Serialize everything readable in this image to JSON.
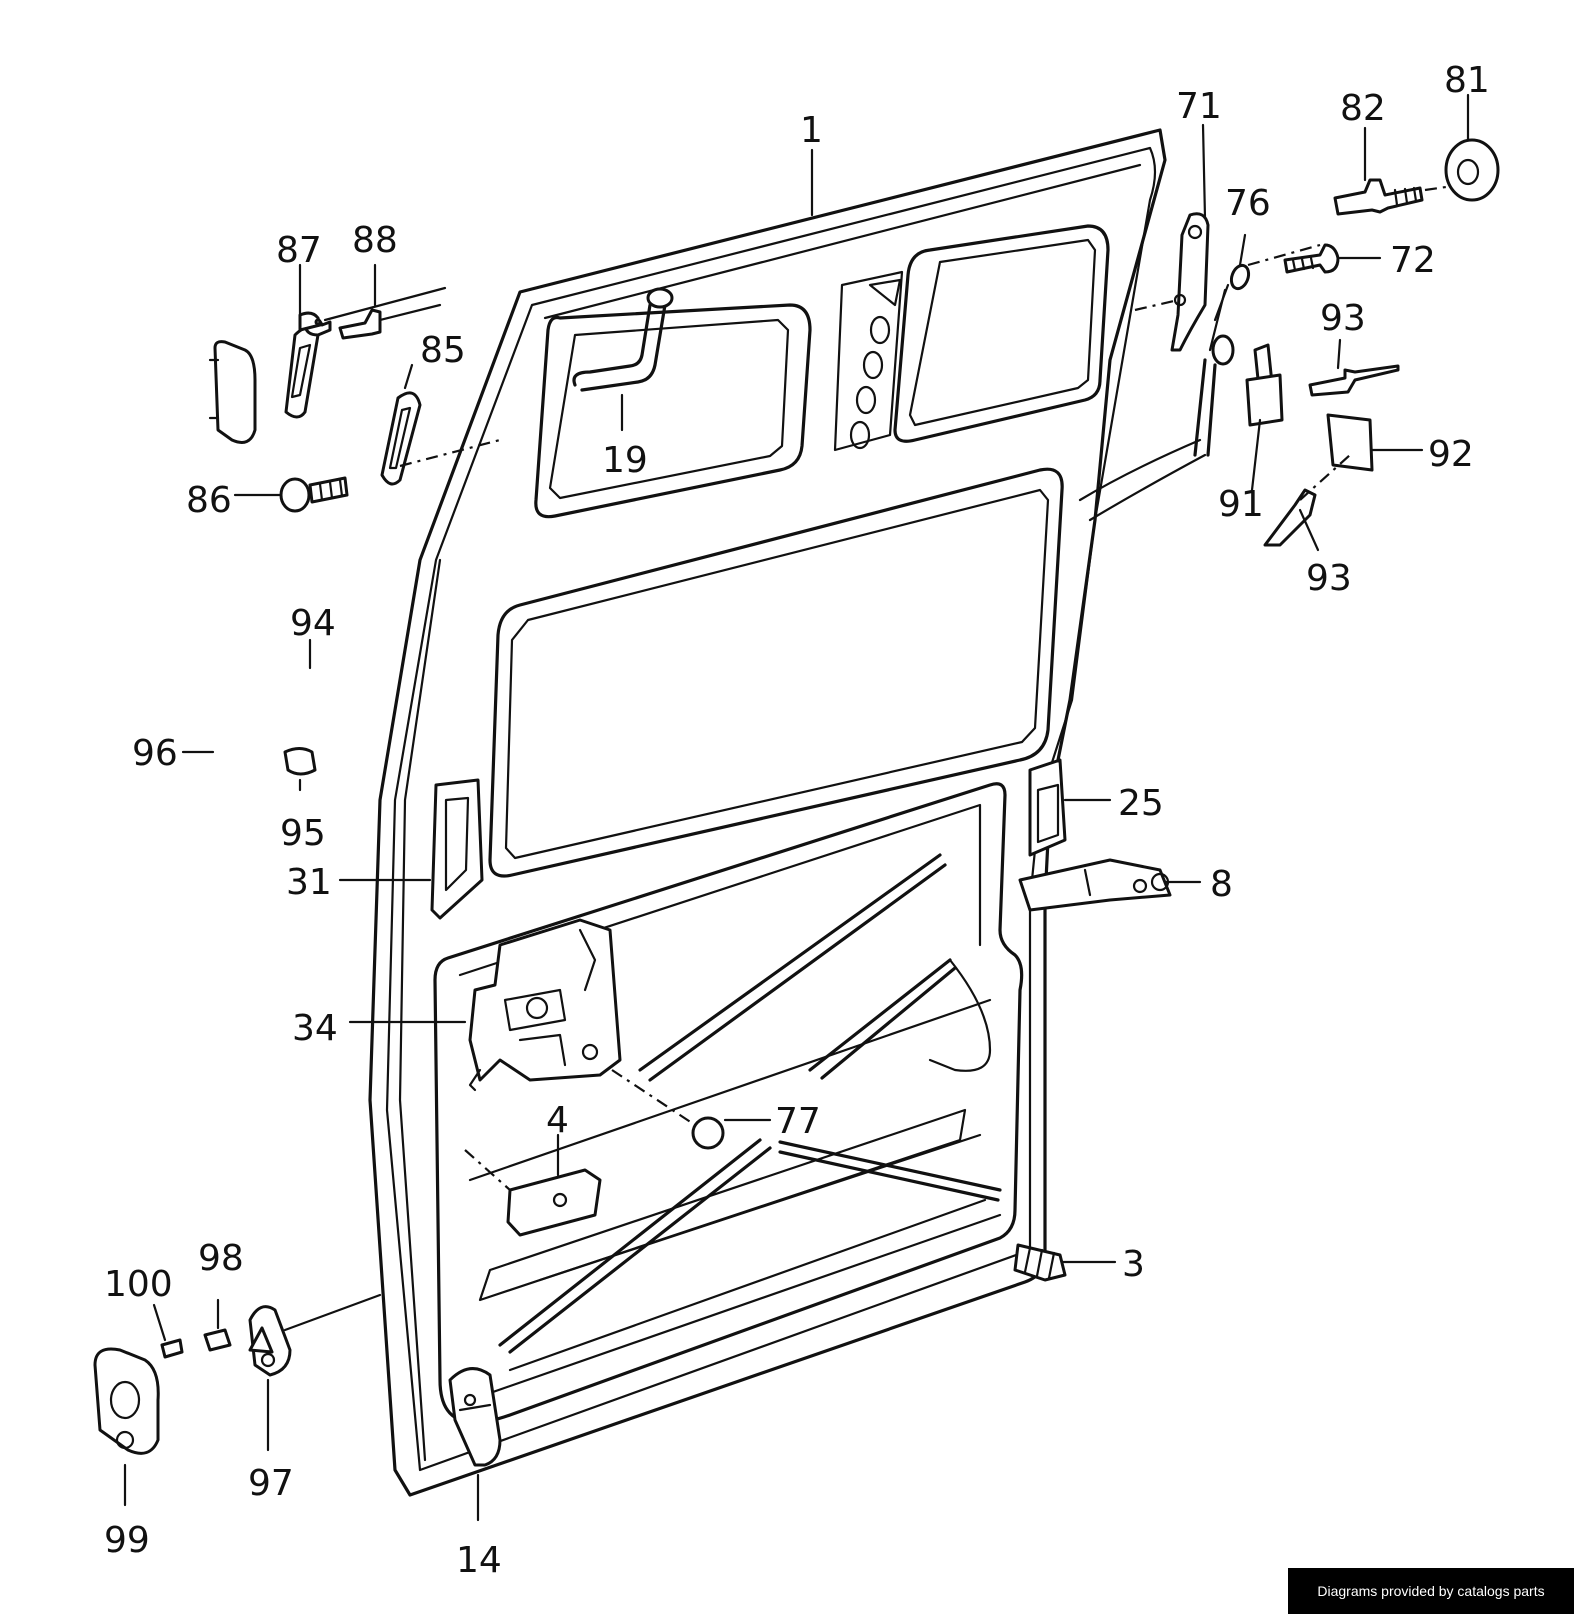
{
  "diagram": {
    "labels": [
      {
        "id": "1",
        "text": "1"
      },
      {
        "id": "3",
        "text": "3"
      },
      {
        "id": "4",
        "text": "4"
      },
      {
        "id": "8",
        "text": "8"
      },
      {
        "id": "14",
        "text": "14"
      },
      {
        "id": "19",
        "text": "19"
      },
      {
        "id": "25",
        "text": "25"
      },
      {
        "id": "31",
        "text": "31"
      },
      {
        "id": "34",
        "text": "34"
      },
      {
        "id": "71",
        "text": "71"
      },
      {
        "id": "72",
        "text": "72"
      },
      {
        "id": "76",
        "text": "76"
      },
      {
        "id": "77",
        "text": "77"
      },
      {
        "id": "81",
        "text": "81"
      },
      {
        "id": "82",
        "text": "82"
      },
      {
        "id": "85",
        "text": "85"
      },
      {
        "id": "86",
        "text": "86"
      },
      {
        "id": "87",
        "text": "87"
      },
      {
        "id": "88",
        "text": "88"
      },
      {
        "id": "91",
        "text": "91"
      },
      {
        "id": "92",
        "text": "92"
      },
      {
        "id": "93a",
        "text": "93"
      },
      {
        "id": "93b",
        "text": "93"
      },
      {
        "id": "94",
        "text": "94"
      },
      {
        "id": "95",
        "text": "95"
      },
      {
        "id": "96",
        "text": "96"
      },
      {
        "id": "97",
        "text": "97"
      },
      {
        "id": "98",
        "text": "98"
      },
      {
        "id": "99",
        "text": "99"
      },
      {
        "id": "100",
        "text": "100"
      }
    ]
  },
  "footer": {
    "credit": "Diagrams provided by catalogs parts"
  }
}
